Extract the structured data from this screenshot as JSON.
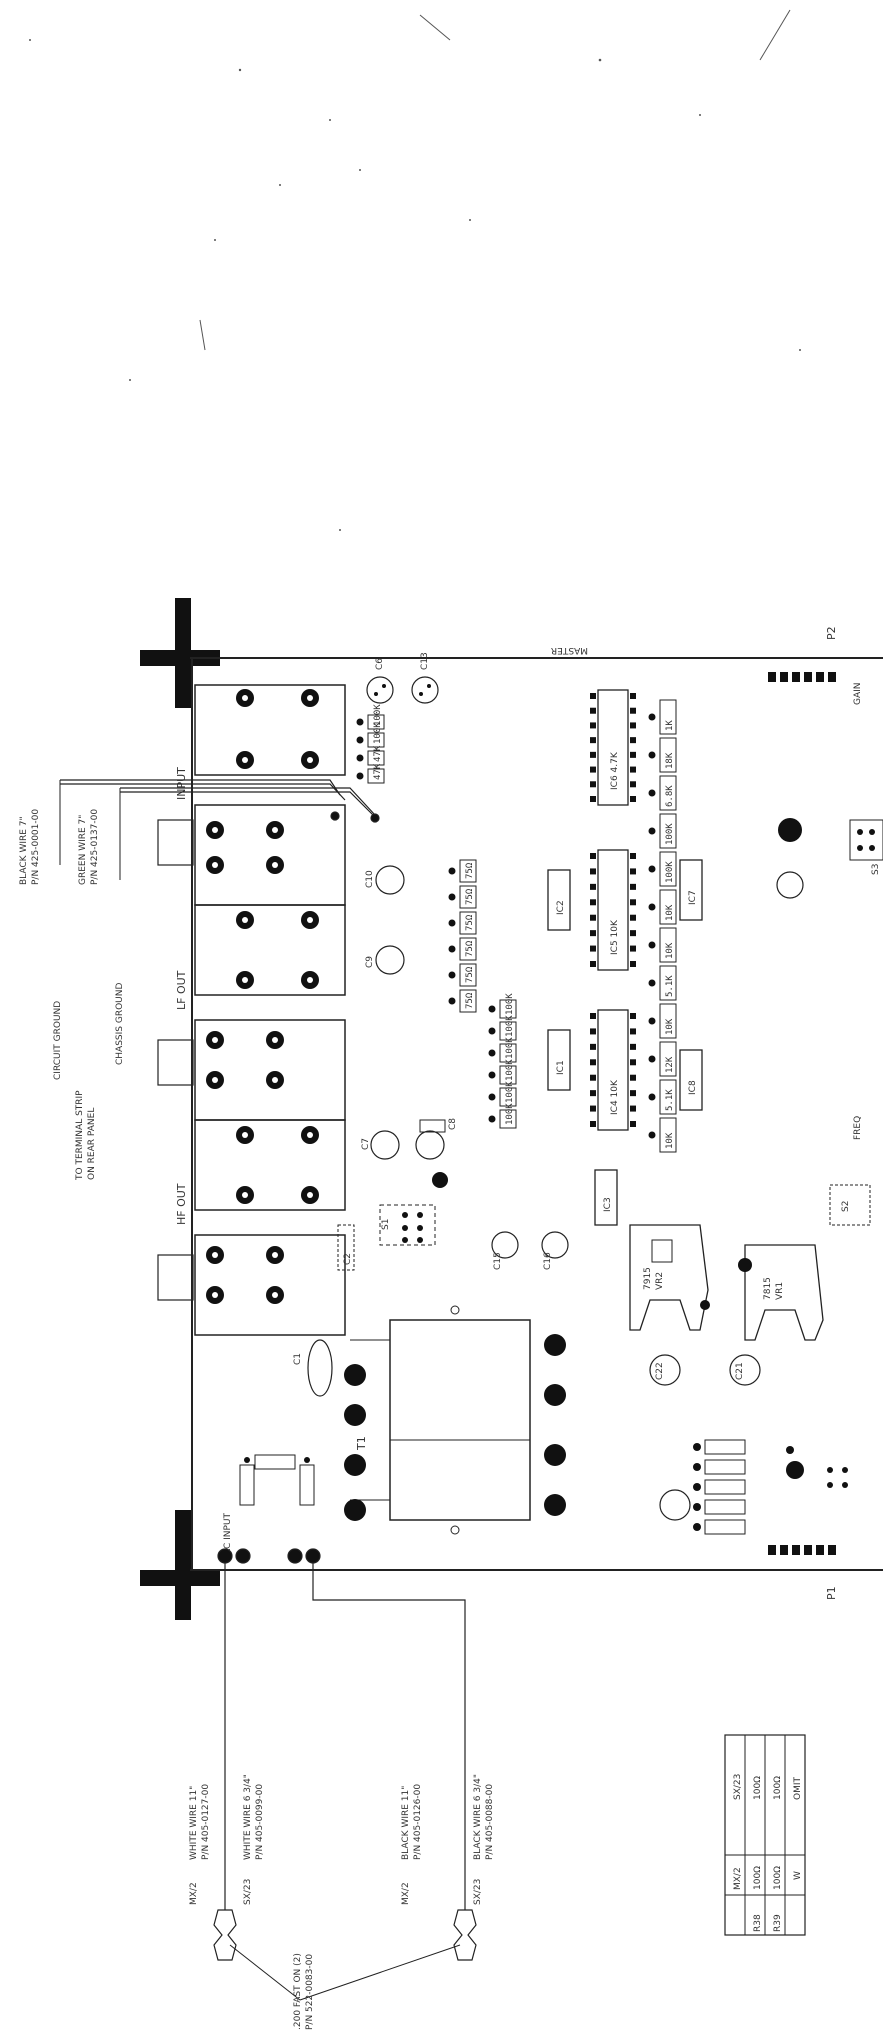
{
  "board_labels": {
    "master": "MASTER",
    "p1": "P1",
    "p2": "P2",
    "ac_input": "AC INPUT",
    "input": "INPUT",
    "lf_out": "LF OUT",
    "hf_out": "HF OUT",
    "freq": "FREQ",
    "gain": "GAIN",
    "s1": "S1",
    "s2": "S2",
    "s3": "S3",
    "vr1": "VR1",
    "vr2": "VR2",
    "vr1_part": "7815",
    "vr2_part": "7915"
  },
  "wire_notes": {
    "black_7": "BLACK WIRE 7\"",
    "black_7_pn": "P/N 425-0001-00",
    "green_7": "GREEN WIRE 7\"",
    "green_7_pn": "P/N 425-0137-00",
    "circuit_ground": "CIRCUIT GROUND",
    "chassis_ground": "CHASSIS GROUND",
    "terminal_strip_1": "TO TERMINAL STRIP",
    "terminal_strip_2": "ON REAR PANEL",
    "mx2_a": "MX/2",
    "white_11": "WHITE WIRE 11\"",
    "white_11_pn": "P/N 405-0127-00",
    "sx23_a": "SX/23",
    "white_634": "WHITE WIRE 6 3/4\"",
    "white_634_pn": "P/N 405-0099-00",
    "fast_on": ".200 FAST ON (2)",
    "fast_on_pn": "P/N 522-0083-00",
    "mx2_b": "MX/2",
    "black_11": "BLACK WIRE 11\"",
    "black_11_pn": "P/N 405-0126-00",
    "sx23_b": "SX/23",
    "black_634": "BLACK WIRE 6 3/4\"",
    "black_634_pn": "P/N 405-0088-00"
  },
  "table": {
    "headers": [
      "",
      "MX/2",
      "SX/23"
    ],
    "rows": [
      [
        "R38",
        "100Ω",
        "100Ω"
      ],
      [
        "R39",
        "100Ω",
        "100Ω"
      ],
      [
        "",
        "W",
        "OMIT"
      ]
    ]
  },
  "resistors_col1": [
    "100K",
    "100K",
    "47K",
    "47K"
  ],
  "resistors_col2": [
    "75Ω",
    "75Ω",
    "75Ω",
    "75Ω",
    "75Ω",
    "75Ω"
  ],
  "resistors_col3": [
    "100K",
    "100K",
    "100K",
    "100K",
    "100K",
    "100K"
  ],
  "resistors_col4": [
    "1K",
    "18K",
    "6.8K",
    "100K",
    "100K",
    "10K",
    "10K",
    "5.1K",
    "10K",
    "12K",
    "5.1K",
    "10K"
  ],
  "ics": {
    "ic1": "IC1",
    "ic2": "IC2",
    "ic3": "IC3",
    "ic4": "IC4 10K",
    "ic5": "IC5 10K",
    "ic6": "IC6 4.7K",
    "ic7": "IC7",
    "ic8": "IC8"
  },
  "caps": {
    "c1": "C1",
    "c2": "C2",
    "c6": "C6",
    "c13": "C13",
    "c15": "C15",
    "c16": "C16",
    "c21": "C21",
    "c22": "C22",
    "c9": "C9",
    "c10": "C10",
    "c7": "C7",
    "c8": "C8"
  },
  "transformer": "T1"
}
